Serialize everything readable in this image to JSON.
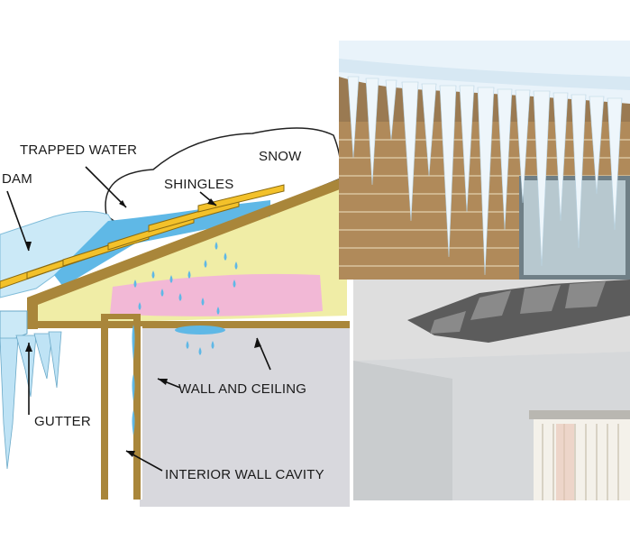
{
  "labels": {
    "snow": "SNOW",
    "trapped_water": "TRAPPED WATER",
    "dam": "DAM",
    "shingles": "SHINGLES",
    "wall_and_ceiling": "WALL AND CEILING",
    "gutter": "GUTTER",
    "interior_wall_cavity": "INTERIOR WALL CAVITY"
  },
  "colors": {
    "attic": "#f0eda6",
    "insulation": "#f2b8d6",
    "wall_interior": "#d8d8dd",
    "water": "#5fb8e6",
    "ice": "#cbe9f7",
    "shingle": "#f3c12a",
    "wood": "#a9863a",
    "snow": "#ffffff",
    "brick": "#b08a5a"
  },
  "photos": {
    "top": "icicles-hanging-from-roof-edge",
    "bottom": "water-damaged-ceiling"
  }
}
